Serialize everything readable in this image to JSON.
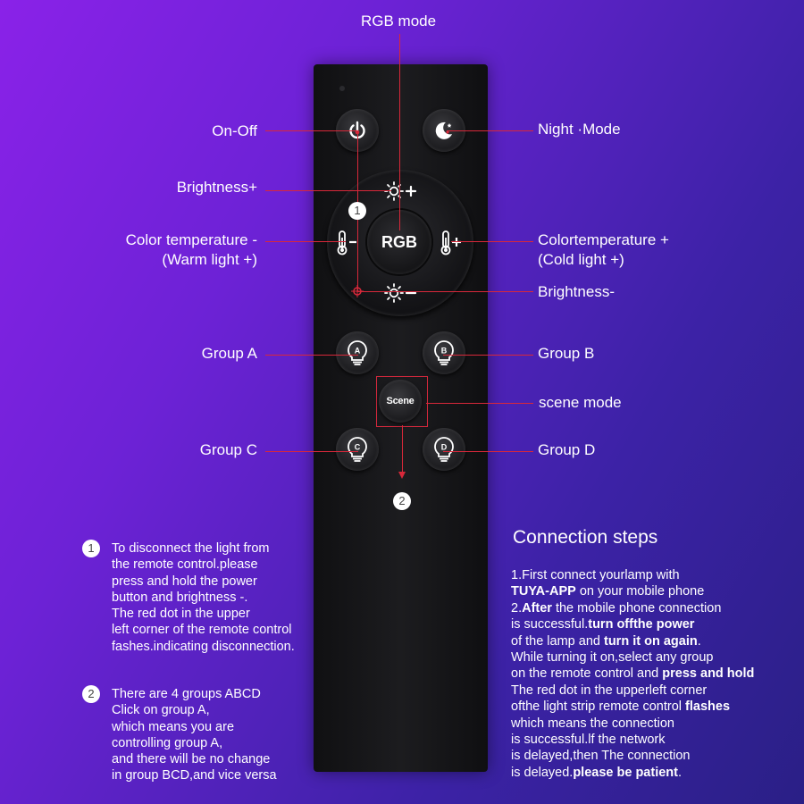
{
  "labels": {
    "rgb_mode": "RGB mode",
    "on_off": "On-Off",
    "night_mode": "Night ·Mode",
    "brightness_plus": "Brightness+",
    "color_temp_minus_1": "Color temperature -",
    "color_temp_minus_2": "(Warm light +)",
    "color_temp_plus_1": "Colortemperature +",
    "color_temp_plus_2": "(Cold light +)",
    "brightness_minus": "Brightness-",
    "group_a": "Group A",
    "group_b": "Group B",
    "scene_mode": "scene mode",
    "group_c": "Group C",
    "group_d": "Group D"
  },
  "remote": {
    "rgb_label": "RGB",
    "scene_label": "Scene",
    "group_letters": [
      "A",
      "B",
      "C",
      "D"
    ]
  },
  "markers": [
    "1",
    "2"
  ],
  "note1": {
    "number": "1",
    "lines": [
      "To disconnect the light from",
      "the remote control.please",
      "press and hold the power",
      "button and brightness -.",
      "The red dot in the upper",
      "left corner of the remote control",
      "fashes.indicating disconnection."
    ]
  },
  "note2": {
    "number": "2",
    "lines": [
      "There are 4 groups ABCD",
      "Click on group A,",
      "which means you are",
      "controlling group A,",
      "and there will be no change",
      "in group BCD,and vice versa"
    ]
  },
  "connection": {
    "title": "Connection steps",
    "l1": "1.First connect yourlamp with",
    "l2_b": "TUYA-APP",
    "l2": " on your mobile phone",
    "l3_a": "2.",
    "l3_b": "After",
    "l3": " the mobile phone connection",
    "l4": "is successful.",
    "l4_b": "turn offthe power",
    "l5": "of the lamp and ",
    "l5_b": "turn it on again",
    "l5_c": ".",
    "l6": "While turning it on,select any group",
    "l7": "on the remote control and ",
    "l7_b": "press and hold",
    "l8": "The red dot in the upperleft corner",
    "l9": "ofthe light strip remote control ",
    "l9_b": "flashes",
    "l10": "which means the connection",
    "l11": "is successful.lf the network",
    "l12": "is delayed,then The connection",
    "l13": "is delayed.",
    "l13_b": "please be patient",
    "l13_c": "."
  },
  "colors": {
    "accent_line": "#d8283a",
    "background_start": "#8a22e8",
    "background_end": "#2a1f86"
  }
}
